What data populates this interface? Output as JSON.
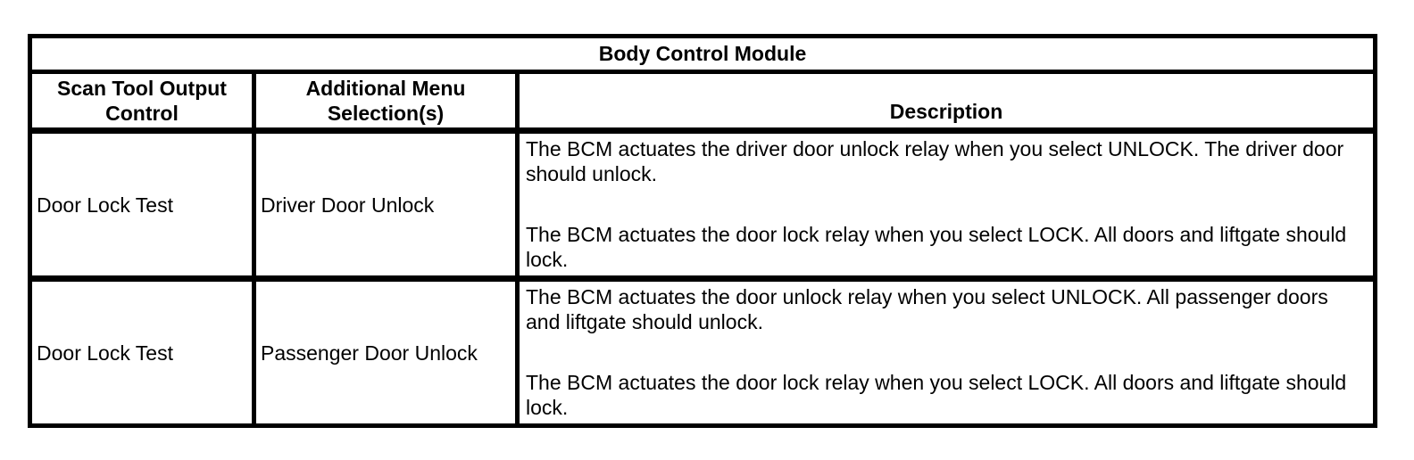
{
  "colors": {
    "background": "#ffffff",
    "border": "#000000",
    "text": "#000000"
  },
  "table": {
    "title": "Body Control Module",
    "columns": [
      "Scan Tool Output Control",
      "Additional Menu Selection(s)",
      "Description"
    ],
    "rows": [
      {
        "control": "Door Lock Test",
        "menu": "Driver Door Unlock",
        "description": [
          "The BCM actuates the driver door unlock relay when you select UNLOCK. The driver door should unlock.",
          "The BCM actuates the door lock relay when you select LOCK. All doors and liftgate should lock."
        ]
      },
      {
        "control": "Door Lock Test",
        "menu": "Passenger Door Unlock",
        "description": [
          "The BCM actuates the door unlock relay when you select UNLOCK. All passenger doors and liftgate should unlock.",
          "The BCM actuates the door lock relay when you select LOCK. All doors and liftgate should lock."
        ]
      }
    ]
  }
}
